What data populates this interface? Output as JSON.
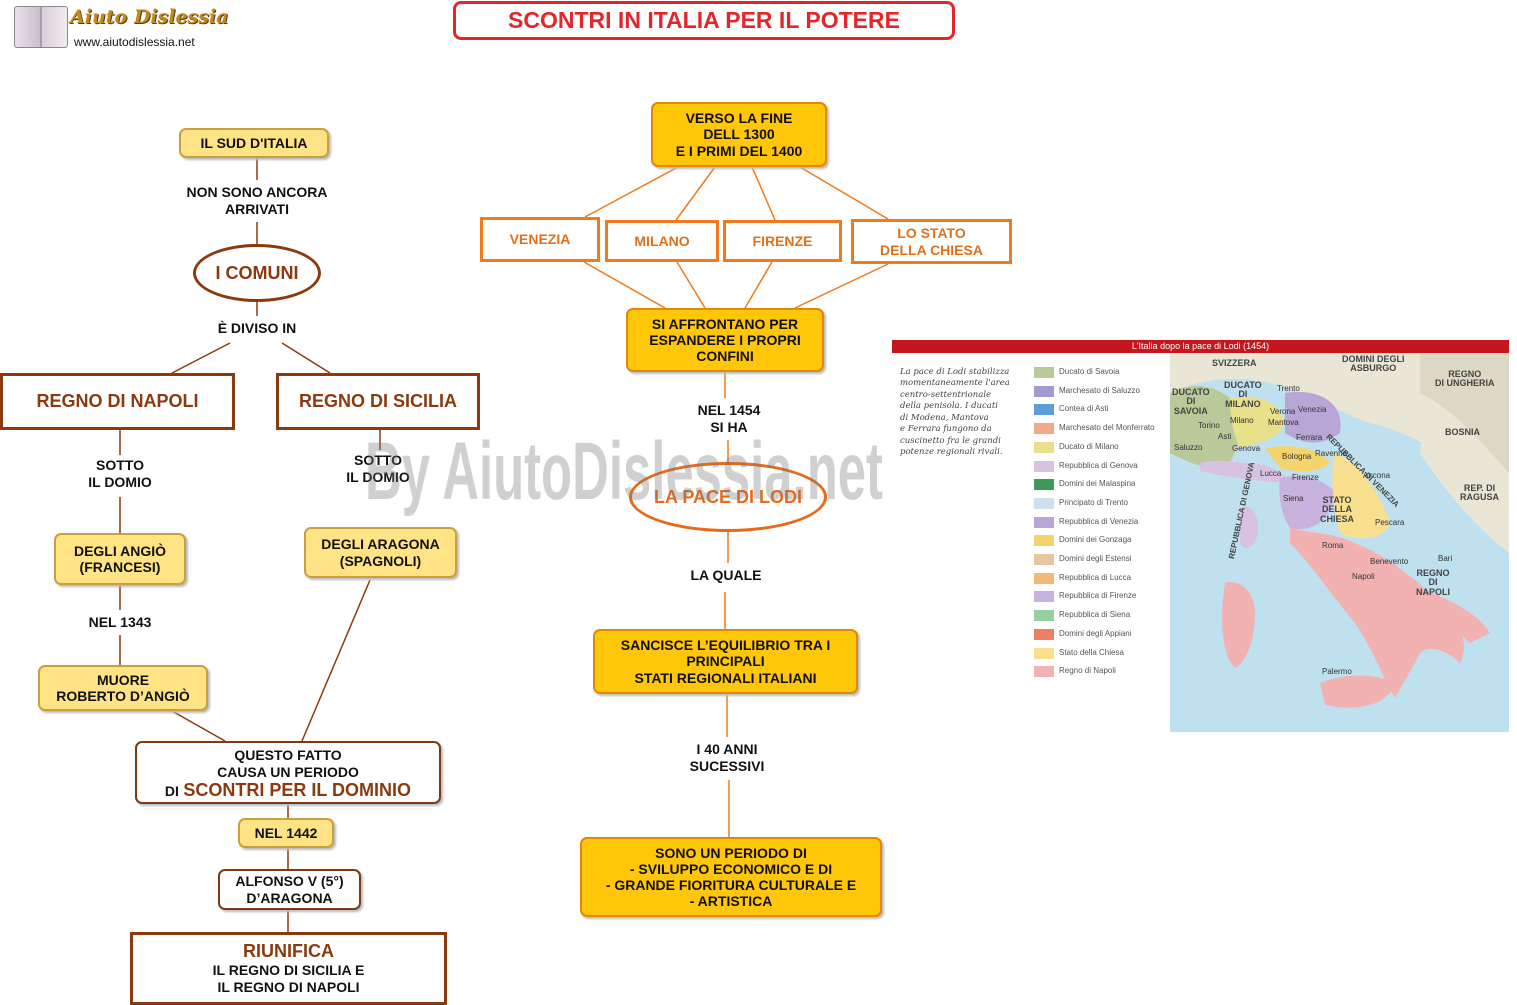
{
  "logo": {
    "name": "Aiuto Dislessia",
    "url": "www.aiutodislessia.net"
  },
  "title": "SCONTRI IN ITALIA PER IL POTERE",
  "watermark": "By AiutoDislessia.net",
  "left": {
    "sud": "IL SUD D'ITALIA",
    "non_sono": "NON SONO ANCORA\nARRIVATI",
    "comuni": "I COMUNI",
    "diviso": "È DIVISO IN",
    "napoli": "REGNO DI NAPOLI",
    "sicilia": "REGNO DI SICILIA",
    "sotto1": "SOTTO\nIL DOMIO",
    "sotto2": "SOTTO\nIL DOMIO",
    "angio": "DEGLI ANGIÒ\n(FRANCESI)",
    "aragona": "DEGLI ARAGONA\n(SPAGNOLI)",
    "nel1343": "NEL 1343",
    "muore": "MUORE\nROBERTO D’ANGIÒ",
    "fatto_a": "QUESTO FATTO\nCAUSA UN PERIODO",
    "fatto_di": "DI",
    "fatto_b": "SCONTRI PER IL DOMINIO",
    "nel1442": "NEL 1442",
    "alfonso": "ALFONSO V (5°)\nD’ARAGONA",
    "riunifica": "RIUNIFICA",
    "riunifica_sub": "IL REGNO DI SICILIA E\nIL REGNO DI NAPOLI"
  },
  "center": {
    "verso": "VERSO LA FINE\nDELL 1300\nE I PRIMI DEL 1400",
    "venezia": "VENEZIA",
    "milano": "MILANO",
    "firenze": "FIRENZE",
    "chiesa": "LO STATO\nDELLA CHIESA",
    "affrontano": "SI AFFRONTANO PER\nESPANDERE I PROPRI\nCONFINI",
    "nel1454": "NEL 1454\nSI HA",
    "pace": "LA PACE DI LODI",
    "la_quale": "LA QUALE",
    "sancisce": "SANCISCE L’EQUILIBRIO TRA I\nPRINCIPALI\nSTATI REGIONALI ITALIANI",
    "anni": "I 40 ANNI\nSUCESSIVI",
    "periodo": "SONO UN PERIODO DI\n- SVILUPPO ECONOMICO E DI\n- GRANDE FIORITURA CULTURALE E\n-  ARTISTICA"
  },
  "map": {
    "header": "L'Italia dopo la pace di Lodi (1454)",
    "caption": "La pace di Lodi stabilizza\nmomentaneamente l'area\ncentro-settentrionale\ndella penisola. I ducati\ndi Modena, Mantova\ne Ferrara fungono da\ncuscinetto fra le grandi\npotenze regionali rivali.",
    "legend": [
      {
        "label": "Ducato di Savoia",
        "color": "#b9c99a"
      },
      {
        "label": "Marchesato di Saluzzo",
        "color": "#a49ad0"
      },
      {
        "label": "Contea di Asti",
        "color": "#5c9fd6"
      },
      {
        "label": "Marchesato del Monferrato",
        "color": "#f2a98a"
      },
      {
        "label": "Ducato di Milano",
        "color": "#e8e08a"
      },
      {
        "label": "Repubblica di Genova",
        "color": "#d8c2e4"
      },
      {
        "label": "Domini dei Malaspina",
        "color": "#3f9a5a"
      },
      {
        "label": "Principato di Trento",
        "color": "#cfe0ee"
      },
      {
        "label": "Repubblica di Venezia",
        "color": "#b8a6d6"
      },
      {
        "label": "Domini dei Gonzaga",
        "color": "#f5d46e"
      },
      {
        "label": "Domini degli Estensi",
        "color": "#e7c7a0"
      },
      {
        "label": "Repubblica di Lucca",
        "color": "#f4b975"
      },
      {
        "label": "Repubblica di Firenze",
        "color": "#c8b2de"
      },
      {
        "label": "Repubblica di Siena",
        "color": "#96cfa0"
      },
      {
        "label": "Domini degli Appiani",
        "color": "#ef7f62"
      },
      {
        "label": "Stato della Chiesa",
        "color": "#f8e08e"
      },
      {
        "label": "Regno di Napoli",
        "color": "#f2b2b2"
      }
    ],
    "regions": {
      "svizzera": "SVIZZERA",
      "domini_asburgo": "DOMINI DEGLI\nASBURGO",
      "regno_ungheria": "REGNO\nDI UNGHERIA",
      "ducato_savoia": "DUCATO\nDI\nSAVOIA",
      "ducato_milano": "DUCATO\nDI\nMILANO",
      "bosnia": "BOSNIA",
      "rep_ragusa": "REP. DI\nRAGUSA",
      "stato_chiesa": "STATO\nDELLA\nCHIESA",
      "regno_napoli": "REGNO\nDI\nNAPOLI",
      "rep_venezia": "REPUBBLICA DI VENEZIA",
      "rep_genova": "REPUBBLICA DI GENOVA"
    },
    "cities": {
      "trento": "Trento",
      "verona": "Verona",
      "venezia": "Venezia",
      "mantova": "Mantova",
      "milano": "Milano",
      "torino": "Torino",
      "asti": "Asti",
      "saluzzo": "Saluzzo",
      "genova": "Genova",
      "ferrara": "Ferrara",
      "bologna": "Bologna",
      "ravenna": "Ravenna",
      "lucca": "Lucca",
      "firenze": "Firenze",
      "siena": "Siena",
      "ancona": "Ancona",
      "pescara": "Pescara",
      "roma": "Roma",
      "benevento": "Benevento",
      "bari": "Bari",
      "napoli": "Napoli",
      "palermo": "Palermo"
    }
  }
}
